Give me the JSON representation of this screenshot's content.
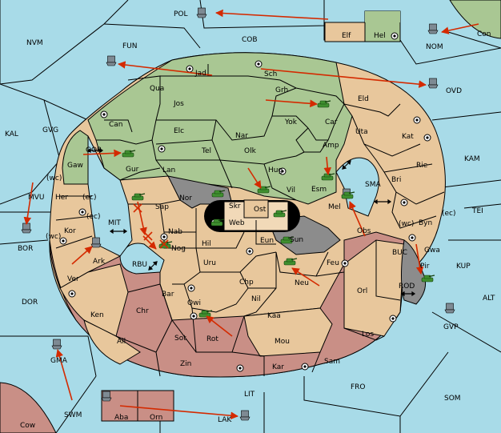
{
  "map": {
    "sea_regions": [
      {
        "id": "POL",
        "label": "POL"
      },
      {
        "id": "NVM",
        "label": "NVM"
      },
      {
        "id": "FUN",
        "label": "FUN"
      },
      {
        "id": "COB",
        "label": "COB"
      },
      {
        "id": "Con",
        "label": "Con"
      },
      {
        "id": "NOM",
        "label": "NOM"
      },
      {
        "id": "OVD",
        "label": "OVD"
      },
      {
        "id": "KAL",
        "label": "KAL"
      },
      {
        "id": "GVG",
        "label": "GVG"
      },
      {
        "id": "KAM",
        "label": "KAM"
      },
      {
        "id": "GOR",
        "label": "GOR"
      },
      {
        "id": "SMA",
        "label": "SMA"
      },
      {
        "id": "MVU",
        "label": "MVU"
      },
      {
        "id": "MIT",
        "label": "MIT"
      },
      {
        "id": "TEI",
        "label": "TEI"
      },
      {
        "id": "BOR",
        "label": "BOR"
      },
      {
        "id": "RBU",
        "label": "RBU"
      },
      {
        "id": "BUC",
        "label": "BUC"
      },
      {
        "id": "KUP",
        "label": "KUP"
      },
      {
        "id": "DOR",
        "label": "DOR"
      },
      {
        "id": "ROD",
        "label": "ROD"
      },
      {
        "id": "ALT",
        "label": "ALT"
      },
      {
        "id": "GVP",
        "label": "GVP"
      },
      {
        "id": "GMA",
        "label": "GMA"
      },
      {
        "id": "FRO",
        "label": "FRO"
      },
      {
        "id": "SOM",
        "label": "SOM"
      },
      {
        "id": "LIT",
        "label": "LIT"
      },
      {
        "id": "SWM",
        "label": "SWM"
      },
      {
        "id": "LAK",
        "label": "LAK"
      },
      {
        "id": "Cow",
        "label": "Cow"
      }
    ],
    "land_regions": [
      {
        "id": "Elf",
        "label": "Elf"
      },
      {
        "id": "Hel",
        "label": "Hel"
      },
      {
        "id": "Jad",
        "label": "Jad"
      },
      {
        "id": "Sch",
        "label": "Sch"
      },
      {
        "id": "Qua",
        "label": "Qua"
      },
      {
        "id": "Grh",
        "label": "Grh"
      },
      {
        "id": "Eld",
        "label": "Eld"
      },
      {
        "id": "Jos",
        "label": "Jos"
      },
      {
        "id": "Car",
        "label": "Car"
      },
      {
        "id": "Can",
        "label": "Can"
      },
      {
        "id": "Yok",
        "label": "Yok"
      },
      {
        "id": "Uta",
        "label": "Uta"
      },
      {
        "id": "Elc",
        "label": "Elc"
      },
      {
        "id": "Nar",
        "label": "Nar"
      },
      {
        "id": "Kat",
        "label": "Kat"
      },
      {
        "id": "Amp",
        "label": "Amp"
      },
      {
        "id": "Tel",
        "label": "Tel"
      },
      {
        "id": "Olk",
        "label": "Olk"
      },
      {
        "id": "Gaw",
        "label": "Gaw"
      },
      {
        "id": "Gur",
        "label": "Gur"
      },
      {
        "id": "Rie",
        "label": "Rie"
      },
      {
        "id": "Lan",
        "label": "Lan"
      },
      {
        "id": "Hug",
        "label": "Hug"
      },
      {
        "id": "Bri",
        "label": "Bri"
      },
      {
        "id": "Esm",
        "label": "Esm"
      },
      {
        "id": "Vil",
        "label": "Vil"
      },
      {
        "id": "Her",
        "label": "Her"
      },
      {
        "id": "Nor",
        "label": "Nor"
      },
      {
        "id": "Skr",
        "label": "Skr"
      },
      {
        "id": "Sap",
        "label": "Sap"
      },
      {
        "id": "Ost",
        "label": "Ost"
      },
      {
        "id": "Mel",
        "label": "Mel"
      },
      {
        "id": "Web",
        "label": "Web"
      },
      {
        "id": "Byn",
        "label": "Byn"
      },
      {
        "id": "Kor",
        "label": "Kor"
      },
      {
        "id": "Nab",
        "label": "Nab"
      },
      {
        "id": "Obs",
        "label": "Obs"
      },
      {
        "id": "Eun",
        "label": "Eun"
      },
      {
        "id": "Hil",
        "label": "Hil"
      },
      {
        "id": "Sun",
        "label": "Sun"
      },
      {
        "id": "Gwa",
        "label": "Gwa"
      },
      {
        "id": "Ark",
        "label": "Ark"
      },
      {
        "id": "Nog",
        "label": "Nog"
      },
      {
        "id": "Uru",
        "label": "Uru"
      },
      {
        "id": "Feu",
        "label": "Feu"
      },
      {
        "id": "Pir",
        "label": "Pir"
      },
      {
        "id": "Ver",
        "label": "Ver"
      },
      {
        "id": "Neu",
        "label": "Neu"
      },
      {
        "id": "Chp",
        "label": "Chp"
      },
      {
        "id": "Orl",
        "label": "Orl"
      },
      {
        "id": "Bar",
        "label": "Bar"
      },
      {
        "id": "Qwi",
        "label": "Qwi"
      },
      {
        "id": "Nil",
        "label": "Nil"
      },
      {
        "id": "Chr",
        "label": "Chr"
      },
      {
        "id": "Ken",
        "label": "Ken"
      },
      {
        "id": "Kaa",
        "label": "Kaa"
      },
      {
        "id": "Ail",
        "label": "Ail"
      },
      {
        "id": "Sot",
        "label": "Sot"
      },
      {
        "id": "Rot",
        "label": "Rot"
      },
      {
        "id": "Los",
        "label": "Los"
      },
      {
        "id": "Mou",
        "label": "Mou"
      },
      {
        "id": "Sam",
        "label": "Sam"
      },
      {
        "id": "Zin",
        "label": "Zin"
      },
      {
        "id": "Kar",
        "label": "Kar"
      },
      {
        "id": "Aba",
        "label": "Aba"
      },
      {
        "id": "Orn",
        "label": "Orn"
      }
    ],
    "coast_tags": [
      {
        "id": "gaw_wc",
        "label": "(wc)"
      },
      {
        "id": "her_ec",
        "label": "(ec)"
      },
      {
        "id": "kor_ec",
        "label": "(ec)"
      },
      {
        "id": "kor_wc",
        "label": "(wc)"
      },
      {
        "id": "byn_wc",
        "label": "(wc)"
      },
      {
        "id": "byn_ec",
        "label": "(ec)"
      }
    ],
    "colors": {
      "green_power": "#a9c793",
      "tan_power": "#e8c79c",
      "red_power": "#c98f86",
      "neutral_grey": "#8c8c8c",
      "sea": "#a8dbe8",
      "order_arrow": "#d42a00"
    },
    "unit_icons": {
      "army": "tank-icon",
      "fleet": "ship-icon"
    }
  }
}
